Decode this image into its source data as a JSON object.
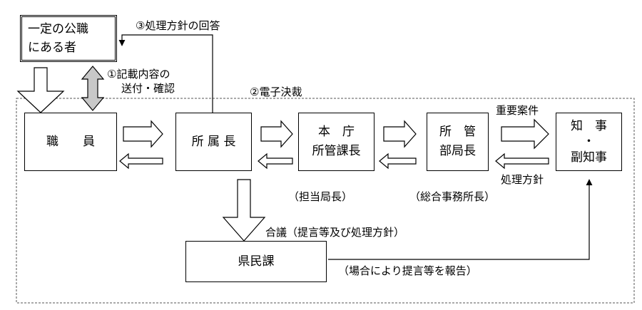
{
  "nodes": {
    "official": {
      "line1": "一定の公職",
      "line2": "にある者"
    },
    "staff": {
      "label": "職　　員"
    },
    "section_chief": {
      "label": "所 属 長"
    },
    "hq_chief": {
      "line1": "本　庁",
      "line2": "所管課長"
    },
    "dept_head": {
      "line1": "所　管",
      "line2": "部局長"
    },
    "governor": {
      "line1": "知　事",
      "line2": "・",
      "line3": "副知事"
    },
    "prefectural_citizens_div": {
      "label": "県民課"
    }
  },
  "labels": {
    "step1_line1": "①記載内容の",
    "step1_line2": "送付・確認",
    "step2": "②電子決裁",
    "step3": "③処理方針の回答",
    "important_cases": "重要案件",
    "processing_policy": "処理方針",
    "bureau_chief": "（担当局長）",
    "office_director": "（総合事務所長）",
    "consultation": "合議（提言等及び処理方針）",
    "report": "（場合により提言等を報告）"
  }
}
